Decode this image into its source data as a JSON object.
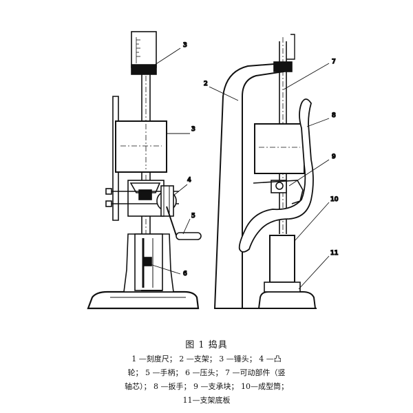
{
  "figure": {
    "callouts": {
      "l_scale": "3",
      "l_hammer": "3",
      "l_cam": "4",
      "l_handle": "5",
      "l_press": "6",
      "r_frame": "2",
      "r_rod": "7",
      "r_lever": "8",
      "r_support": "9",
      "r_mold": "10",
      "r_base": "11"
    }
  },
  "caption": {
    "title": "图 1 捣具",
    "lines": [
      "1 —刻度尺； 2 —支架； 3 —锤头； 4 —凸",
      "轮； 5 —手柄； 6 —压头； 7 —可动部件（竖",
      "轴芯）； 8 —扳手； 9 —支承块； 10—成型筒；",
      "11—支架底板"
    ]
  }
}
